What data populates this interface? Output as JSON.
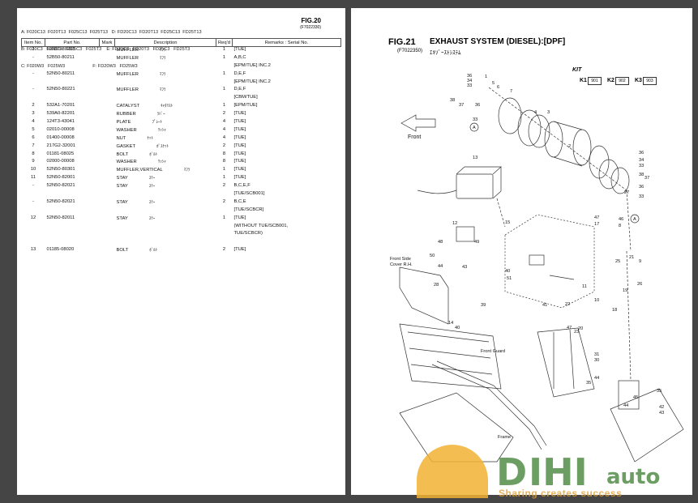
{
  "left_page": {
    "models": [
      "A: F020C13  F020T13  F025C13  F025T13   D: FD20C13  FD20T13  FD25C13  FD25T13",
      "B: F020C3   F020T3   F025C3   F025T3    E: FD20C3   FD20T3   FD25C3   FD25T3",
      "C: F020W3   F025W3                      F: FD20W3   FD25W3"
    ],
    "fig_label": "FIG.20",
    "fig_code": "(F7022330)",
    "columns": [
      "Item No.",
      "Part No.",
      "Mark",
      "Description",
      "Req'd",
      "Remarks : Serial No."
    ],
    "rows": [
      {
        "item": "1",
        "part": "52N50-80201",
        "mark": "",
        "desc": "MUFFLER",
        "jp": "ﾏﾌﾗ",
        "req": "1",
        "remarks": "[TUE]"
      },
      {
        "item": "-",
        "part": "52B50-80211",
        "mark": "",
        "desc": "MUFFLER",
        "jp": "ﾏﾌﾗ",
        "req": "1",
        "remarks": "A,B,C"
      },
      {
        "item": "",
        "part": "",
        "mark": "",
        "desc": "",
        "jp": "",
        "req": "",
        "remarks": "[EPM/TUE] INC.2"
      },
      {
        "item": "-",
        "part": "52N50-80211",
        "mark": "",
        "desc": "MUFFLER",
        "jp": "ﾏﾌﾗ",
        "req": "1",
        "remarks": "D,E,F"
      },
      {
        "item": "",
        "part": "",
        "mark": "",
        "desc": "",
        "jp": "",
        "req": "",
        "remarks": "[EPM/TUE] INC.2"
      },
      {
        "item": "-",
        "part": "52N50-80221",
        "mark": "",
        "desc": "MUFFLER",
        "jp": "ﾏﾌﾗ",
        "req": "1",
        "remarks": "D,E,F"
      },
      {
        "item": "",
        "part": "",
        "mark": "",
        "desc": "",
        "jp": "",
        "req": "",
        "remarks": "[CBM/TUE]"
      },
      {
        "item": "2",
        "part": "532A1-70201",
        "mark": "",
        "desc": "CATALYST",
        "jp": "ｷｬﾀﾘｽﾄ",
        "req": "1",
        "remarks": "[EPM/TUE]"
      },
      {
        "item": "3",
        "part": "539A0-82201",
        "mark": "",
        "desc": "RUBBER",
        "jp": "ﾗﾊﾞｰ",
        "req": "2",
        "remarks": "[TUE]"
      },
      {
        "item": "4",
        "part": "124T3-43041",
        "mark": "",
        "desc": "PLATE",
        "jp": "ﾌﾟﾚｰﾄ",
        "req": "4",
        "remarks": "[TUE]"
      },
      {
        "item": "5",
        "part": "02010-00008",
        "mark": "",
        "desc": "WASHER",
        "jp": "ﾜｯｼｬ",
        "req": "4",
        "remarks": "[TUE]"
      },
      {
        "item": "6",
        "part": "01400-00008",
        "mark": "",
        "desc": "NUT",
        "jp": "ﾅｯﾄ",
        "req": "4",
        "remarks": "[TUE]"
      },
      {
        "item": "7",
        "part": "217G2-32001",
        "mark": "",
        "desc": "GASKET",
        "jp": "ｶﾞｽｹｯﾄ",
        "req": "2",
        "remarks": "[TUE]"
      },
      {
        "item": "8",
        "part": "01181-08025",
        "mark": "",
        "desc": "BOLT",
        "jp": "ﾎﾞﾙﾄ",
        "req": "8",
        "remarks": "[TUE]"
      },
      {
        "item": "9",
        "part": "02000-00008",
        "mark": "",
        "desc": "WASHER",
        "jp": "ﾜｯｼｬ",
        "req": "8",
        "remarks": "[TUE]"
      },
      {
        "item": "10",
        "part": "52N50-80301",
        "mark": "",
        "desc": "MUFFLER,VERTICAL",
        "jp": "ﾏﾌﾗ",
        "req": "1",
        "remarks": "[TUE]"
      },
      {
        "item": "11",
        "part": "52N50-82001",
        "mark": "",
        "desc": "STAY",
        "jp": "ｽﾃｰ",
        "req": "1",
        "remarks": "[TUE]"
      },
      {
        "item": "-",
        "part": "52N50-82021",
        "mark": "",
        "desc": "STAY",
        "jp": "ｽﾃｰ",
        "req": "2",
        "remarks": "B,C,E,F"
      },
      {
        "item": "",
        "part": "",
        "mark": "",
        "desc": "",
        "jp": "",
        "req": "",
        "remarks": "[TUE/SCB001]"
      },
      {
        "item": "-",
        "part": "52N50-82021",
        "mark": "",
        "desc": "STAY",
        "jp": "ｽﾃｰ",
        "req": "2",
        "remarks": "B,C,E"
      },
      {
        "item": "",
        "part": "",
        "mark": "",
        "desc": "",
        "jp": "",
        "req": "",
        "remarks": "[TUE/SCBCR]"
      },
      {
        "item": "12",
        "part": "52N50-82011",
        "mark": "",
        "desc": "STAY",
        "jp": "ｽﾃｰ",
        "req": "1",
        "remarks": "[TUE]"
      },
      {
        "item": "",
        "part": "",
        "mark": "",
        "desc": "",
        "jp": "",
        "req": "",
        "remarks": "(WITHOUT TUE/SCB001,"
      },
      {
        "item": "",
        "part": "",
        "mark": "",
        "desc": "",
        "jp": "",
        "req": "",
        "remarks": "   TUE/SCBCR)"
      },
      {
        "item": "",
        "part": "",
        "mark": "",
        "desc": "",
        "jp": "",
        "req": "",
        "remarks": ""
      },
      {
        "item": "13",
        "part": "01185-08020",
        "mark": "",
        "desc": "BOLT",
        "jp": "ﾎﾞﾙﾄ",
        "req": "2",
        "remarks": "[TUE]"
      }
    ]
  },
  "right_page": {
    "fig_label": "FIG.21",
    "title": "EXHAUST SYSTEM (DIESEL):[DPF]",
    "fig_code": "(F7022350)",
    "jp_title": "ｴｷｿﾞｰｽﾄｼｽﾃﾑ",
    "kit_label": "KIT",
    "kits": [
      {
        "key": "K1",
        "code": "901"
      },
      {
        "key": "K2",
        "code": "902"
      },
      {
        "key": "K3",
        "code": "903"
      }
    ],
    "annotations": {
      "front": "Front",
      "front_side_cover_1": "Front Side",
      "front_side_cover_2": "Cover R.H.",
      "front_guard": "Front Guard",
      "frame": "Frame"
    },
    "callouts": [
      "36",
      "34",
      "33",
      "38",
      "37",
      "36",
      "33",
      "1",
      "5",
      "6",
      "7",
      "4",
      "3",
      "2",
      "36",
      "34",
      "33",
      "38",
      "37",
      "36",
      "33",
      "13",
      "12",
      "15",
      "48",
      "49",
      "50",
      "44",
      "47",
      "46",
      "43",
      "28",
      "40",
      "51",
      "39",
      "41",
      "22",
      "10",
      "11",
      "9",
      "8",
      "21",
      "25",
      "26",
      "19",
      "17",
      "18",
      "20",
      "47",
      "23",
      "14",
      "40",
      "31",
      "30",
      "42",
      "43",
      "35",
      "44",
      "45",
      "44",
      "35",
      "27"
    ],
    "circle_callouts": [
      "A",
      "A"
    ]
  },
  "watermark": {
    "brand_d": "D",
    "brand_rest": "IHI",
    "brand_auto": "auto",
    "slogan": "Sharing creates success"
  }
}
